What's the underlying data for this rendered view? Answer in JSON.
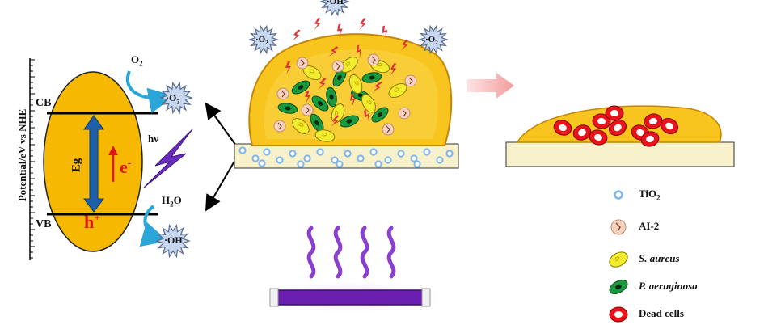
{
  "band_diagram": {
    "axis_label": "Potential/eV vs NHE",
    "cb_label": "CB",
    "vb_label": "VB",
    "eg_label": "Eg",
    "electron_label": "e",
    "electron_charge": "-",
    "hole_label": "h",
    "hole_charge": "+",
    "light_label": "hν"
  },
  "reactions": {
    "o2_reactant": "O",
    "o2_reactant_sub": "2",
    "superoxide_product": "·O",
    "superoxide_sub": "2",
    "superoxide_charge": "-",
    "water_reactant": "H",
    "water_sub": "2",
    "water_tail": "O",
    "hydroxyl_product": "·OH"
  },
  "legend": {
    "items": [
      {
        "icon": "tio2-particle-icon",
        "text": "TiO",
        "sub": "2",
        "italic": false
      },
      {
        "icon": "ai2-molecule-icon",
        "text": "AI-2",
        "sub": "",
        "italic": false
      },
      {
        "icon": "s-aureus-cell-icon",
        "text": "S. aureus",
        "sub": "",
        "italic": true
      },
      {
        "icon": "p-aeruginosa-cell-icon",
        "text": "P. aeruginosa",
        "sub": "",
        "italic": true
      },
      {
        "icon": "dead-cell-icon",
        "text": "Dead cells",
        "sub": "",
        "italic": false
      }
    ]
  },
  "colors": {
    "band_gap_body": "#f6b800",
    "biofilm_fill": "#f7c51e",
    "substrate": "#f8f2cc",
    "tio2_particle": "#7fb6ea",
    "uv_lamp": "#6a1fb0",
    "transition_arrow": "#f5a3a3",
    "p_aeruginosa": "#1a9a3e",
    "s_aureus": "#f2ec2e",
    "dead_cell": "#e8141b",
    "radical_burst": "#c8d8f0",
    "lightning": "#e0323a"
  }
}
